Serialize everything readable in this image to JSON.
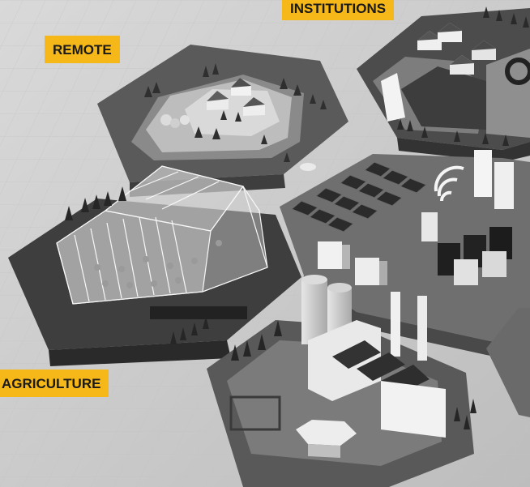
{
  "labels": {
    "remote": "REMOTE",
    "institutions": "INSTITUTIONS",
    "agriculture": "AGRICULTURE"
  },
  "colors": {
    "label_bg": "#f6b719",
    "label_text": "#1a1a1a"
  }
}
